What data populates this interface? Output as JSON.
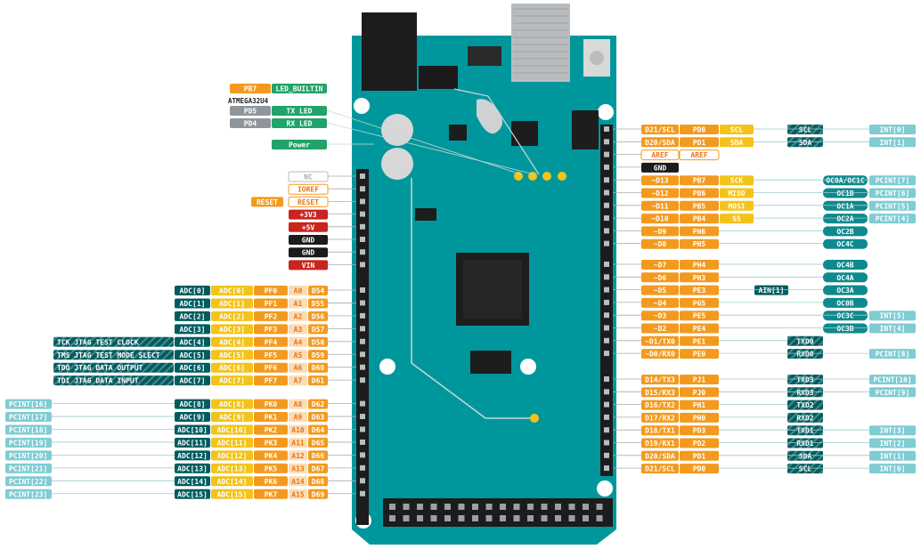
{
  "colors": {
    "board": "#00979C",
    "board_dark": "#006B70",
    "ic": "#1F1F1F",
    "orange": "#F39A1E",
    "orange_light": "#FCDCB4",
    "orange_text": "#E9751B",
    "yellow": "#F4C31A",
    "teal_dark": "#005C5F",
    "teal_mid": "#0E8A8E",
    "light_blue": "#7FCCD3",
    "red": "#C9251E",
    "black": "#1B1B1B",
    "gray": "#8E969C",
    "green": "#21A36A"
  },
  "top_left": {
    "led_builtin": {
      "pin": "PB7",
      "label": "LED_BUILTIN"
    },
    "chip": "ATMEGA32U4",
    "tx_led": {
      "pin": "PD5",
      "label": "TX LED"
    },
    "rx_led": {
      "pin": "PD4",
      "label": "RX LED"
    },
    "power": "Power"
  },
  "power_header": [
    {
      "label": "NC",
      "style": "outline_gray"
    },
    {
      "label": "IOREF",
      "style": "outline_orange"
    },
    {
      "label": "RESET",
      "style": "outline_orange",
      "extra": "RESET"
    },
    {
      "label": "+3V3",
      "style": "red"
    },
    {
      "label": "+5V",
      "style": "red"
    },
    {
      "label": "GND",
      "style": "black"
    },
    {
      "label": "GND",
      "style": "black"
    },
    {
      "label": "VIN",
      "style": "red"
    }
  ],
  "analog_header": [
    {
      "jtag": "",
      "adc": "ADC[0]",
      "adc_alt": "ADC[0]",
      "port": "PF0",
      "a": "A0",
      "d": "D54"
    },
    {
      "jtag": "",
      "adc": "ADC[1]",
      "adc_alt": "ADC[1]",
      "port": "PF1",
      "a": "A1",
      "d": "D55"
    },
    {
      "jtag": "",
      "adc": "ADC[2]",
      "adc_alt": "ADC[2]",
      "port": "PF2",
      "a": "A2",
      "d": "D56"
    },
    {
      "jtag": "",
      "adc": "ADC[3]",
      "adc_alt": "ADC[3]",
      "port": "PF3",
      "a": "A3",
      "d": "D57"
    },
    {
      "jtag": "TCK JTAG TEST CLOCK",
      "adc": "ADC[4]",
      "adc_alt": "ADC[4]",
      "port": "PF4",
      "a": "A4",
      "d": "D58"
    },
    {
      "jtag": "TMS JTAG TEST MODE SLECT",
      "adc": "ADC[5]",
      "adc_alt": "ADC[5]",
      "port": "PF5",
      "a": "A5",
      "d": "D59"
    },
    {
      "jtag": "TDO JTAG DATA OUTPUT",
      "adc": "ADC[6]",
      "adc_alt": "ADC[6]",
      "port": "PF6",
      "a": "A6",
      "d": "D60"
    },
    {
      "jtag": "TDI JTAG DATA INPUT",
      "adc": "ADC[7]",
      "adc_alt": "ADC[7]",
      "port": "PF7",
      "a": "A7",
      "d": "D61"
    },
    {
      "pcint": "PCINT[16]",
      "adc": "ADC[8]",
      "adc_alt": "ADC[8]",
      "port": "PK0",
      "a": "A8",
      "d": "D62"
    },
    {
      "pcint": "PCINT[17]",
      "adc": "ADC[9]",
      "adc_alt": "ADC[9]",
      "port": "PK1",
      "a": "A9",
      "d": "D63"
    },
    {
      "pcint": "PCINT[18]",
      "adc": "ADC[10]",
      "adc_alt": "ADC[10]",
      "port": "PK2",
      "a": "A10",
      "d": "D64"
    },
    {
      "pcint": "PCINT[19]",
      "adc": "ADC[11]",
      "adc_alt": "ADC[11]",
      "port": "PK3",
      "a": "A11",
      "d": "D65"
    },
    {
      "pcint": "PCINT[20]",
      "adc": "ADC[12]",
      "adc_alt": "ADC[12]",
      "port": "PK4",
      "a": "A12",
      "d": "D66"
    },
    {
      "pcint": "PCINT[21]",
      "adc": "ADC[13]",
      "adc_alt": "ADC[13]",
      "port": "PK5",
      "a": "A13",
      "d": "D67"
    },
    {
      "pcint": "PCINT[22]",
      "adc": "ADC[14]",
      "adc_alt": "ADC[14]",
      "port": "PK6",
      "a": "A14",
      "d": "D68"
    },
    {
      "pcint": "PCINT[23]",
      "adc": "ADC[15]",
      "adc_alt": "ADC[15]",
      "port": "PK7",
      "a": "A15",
      "d": "D69"
    }
  ],
  "right_top": [
    {
      "d": "D21/SCL",
      "port": "PD0",
      "func": "SCL",
      "func2": "SCL",
      "int": "INT[0]"
    },
    {
      "d": "D20/SDA",
      "port": "PD1",
      "func": "SDA",
      "func2": "SDA",
      "int": "INT[1]"
    },
    {
      "d": "AREF",
      "port": "AREF",
      "style": "aref"
    },
    {
      "d": "GND",
      "style": "gnd"
    },
    {
      "d": "~D13",
      "port": "PB7",
      "func": "SCK",
      "oc": "OC0A/OC1C",
      "int": "PCINT[7]"
    },
    {
      "d": "~D12",
      "port": "PB6",
      "func": "MISO",
      "oc": "OC1B",
      "int": "PCINT[6]"
    },
    {
      "d": "~D11",
      "port": "PB5",
      "func": "MOSI",
      "oc": "OC1A",
      "int": "PCINT[5]"
    },
    {
      "d": "~D10",
      "port": "PB4",
      "func": "SS",
      "oc": "OC2A",
      "int": "PCINT[4]"
    },
    {
      "d": "~D9",
      "port": "PH6",
      "oc": "OC2B"
    },
    {
      "d": "~D8",
      "port": "PH5",
      "oc": "OC4C"
    }
  ],
  "right_mid": [
    {
      "d": "~D7",
      "port": "PH4",
      "oc": "OC4B"
    },
    {
      "d": "~D6",
      "port": "PH3",
      "oc": "OC4A"
    },
    {
      "d": "~D5",
      "port": "PE3",
      "ain": "AIN[1]",
      "oc": "OC3A"
    },
    {
      "d": "~D4",
      "port": "PG5",
      "oc": "OC0B"
    },
    {
      "d": "~D3",
      "port": "PE5",
      "oc": "OC3C",
      "int": "INT[5]"
    },
    {
      "d": "~D2",
      "port": "PE4",
      "oc": "OC3B",
      "int": "INT[4]"
    },
    {
      "d": "~D1/TX0",
      "port": "PE1",
      "tx": "TXD0"
    },
    {
      "d": "~D0/RX0",
      "port": "PE0",
      "tx": "RXD0",
      "int": "PCINT[8]"
    }
  ],
  "right_bottom": [
    {
      "d": "D14/TX3",
      "port": "PJ1",
      "tx": "TXD3",
      "int": "PCINT[10]"
    },
    {
      "d": "D15/RX3",
      "port": "PJ0",
      "tx": "RXD3",
      "int": "PCINT[9]"
    },
    {
      "d": "D16/TX2",
      "port": "PH1",
      "tx": "TXD2"
    },
    {
      "d": "D17/RX2",
      "port": "PH0",
      "tx": "RXD2"
    },
    {
      "d": "D18/TX1",
      "port": "PD3",
      "tx": "TXD1",
      "int": "INT[3]"
    },
    {
      "d": "D19/RX1",
      "port": "PD2",
      "tx": "RXD1",
      "int": "INT[2]"
    },
    {
      "d": "D20/SDA",
      "port": "PD1",
      "tx": "SDA",
      "int": "INT[1]"
    },
    {
      "d": "D21/SCL",
      "port": "PD0",
      "tx": "SCL",
      "int": "INT[0]"
    }
  ]
}
